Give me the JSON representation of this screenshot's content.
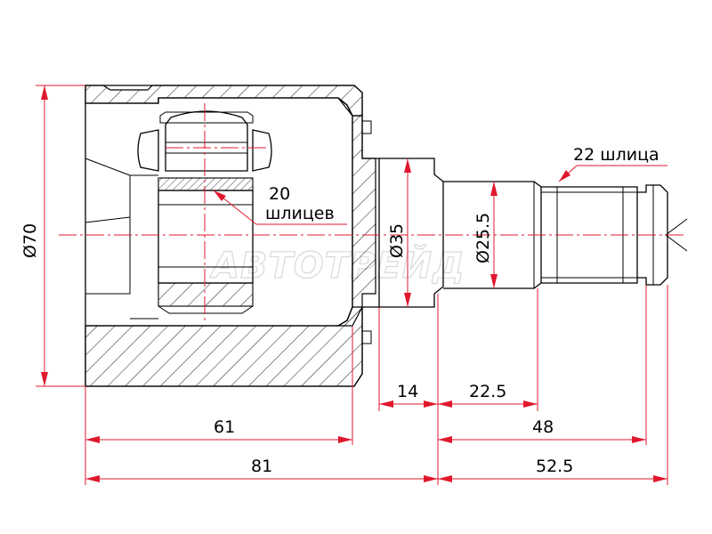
{
  "dimensions": {
    "outer_diameter": "Ø70",
    "housing_diameter": "Ø35",
    "shaft_diameter": "Ø25.5",
    "len_housing_body": "61",
    "len_housing_total": "81",
    "len_step": "14",
    "len_shaft_smooth": "22.5",
    "len_spline_end": "48",
    "len_shaft_total": "52.5"
  },
  "labels": {
    "inner_splines_count": "20",
    "inner_splines_word": "шлицев",
    "outer_splines": "22 шлица"
  },
  "watermark": "АВТОТРЕЙД",
  "colors": {
    "dimension_lines": "#e0182d",
    "outline": "#000000"
  }
}
